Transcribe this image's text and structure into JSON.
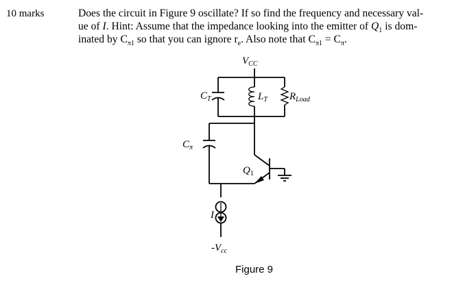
{
  "marks": "10 marks",
  "question": {
    "l1": "Does the circuit in Figure 9 oscillate? If so find the frequency and necessary val-",
    "l2a": "ue of ",
    "l2b": "I",
    "l2c": ". Hint: Assume that the impedance looking into the emitter of ",
    "l2d": "Q",
    "l2e": "1",
    "l2f": " is dom-",
    "l3a": "inated by C",
    "l3b": "π1",
    "l3c": " so that you can ignore r",
    "l3d": "e",
    "l3e": ". Also note that C",
    "l3f": "π1",
    "l3g": " = C",
    "l3h": "π",
    "l3i": "."
  },
  "circuit": {
    "vcc_main": "V",
    "vcc_sub": "CC",
    "ct_main": "C",
    "ct_sub": "T",
    "lt_main": "L",
    "lt_sub": "T",
    "rload_main": "R",
    "rload_sub": "Load",
    "cpi_main": "C",
    "cpi_sub": "π",
    "q_main": "Q",
    "q_sub": "1",
    "i_label": "I",
    "vee_main": "-V",
    "vee_sub": "cc"
  },
  "caption": "Figure 9"
}
